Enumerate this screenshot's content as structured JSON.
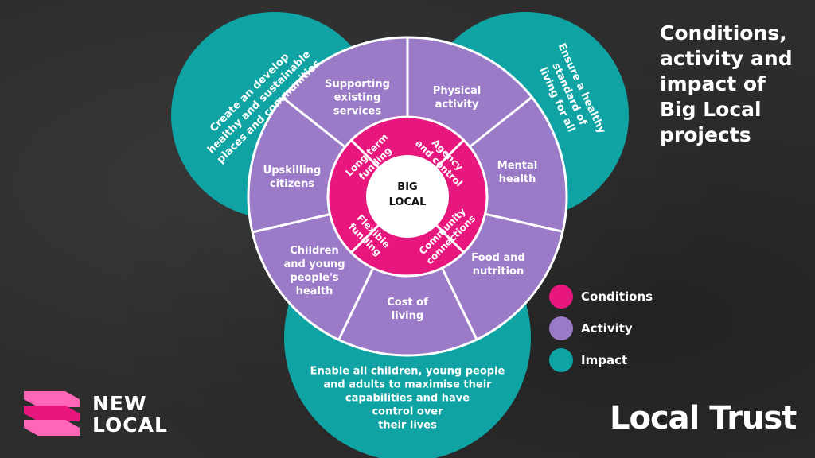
{
  "title": "Conditions,\nactivity and\nimpact of\nBig Local\nprojects",
  "center": {
    "line1": "BIG",
    "line2": "LOCAL"
  },
  "conditions": [
    "Long term\nfunding",
    "Agency\nand control",
    "Community\nconnections",
    "Flexible\nfunding"
  ],
  "activities": [
    "Physical\nactivity",
    "Mental\nhealth",
    "Food and\nnutrition",
    "Cost of\nliving",
    "Children\nand young\npeople's\nhealth",
    "Upskilling\ncitizens",
    "Supporting\nexisting\nservices"
  ],
  "impacts": {
    "left": "Create an develop\nhealthy and sustainable\nplaces and communities",
    "right": "Ensure a healthy\nstandard of\nliving for all",
    "bottom": "Enable all children, young people\nand adults to maximise their\ncapabilities and have\ncontrol over\ntheir lives"
  },
  "legend": [
    {
      "label": "Conditions",
      "color": "#e8177d"
    },
    {
      "label": "Activity",
      "color": "#9b7bc7"
    },
    {
      "label": "Impact",
      "color": "#0fa3a3"
    }
  ],
  "logos": {
    "new_local": "NEW\nLOCAL",
    "local_trust": "Local Trust"
  },
  "colors": {
    "conditions": "#e8177d",
    "activity": "#9b7bc7",
    "impact": "#0fa3a3",
    "center": "#ffffff"
  }
}
